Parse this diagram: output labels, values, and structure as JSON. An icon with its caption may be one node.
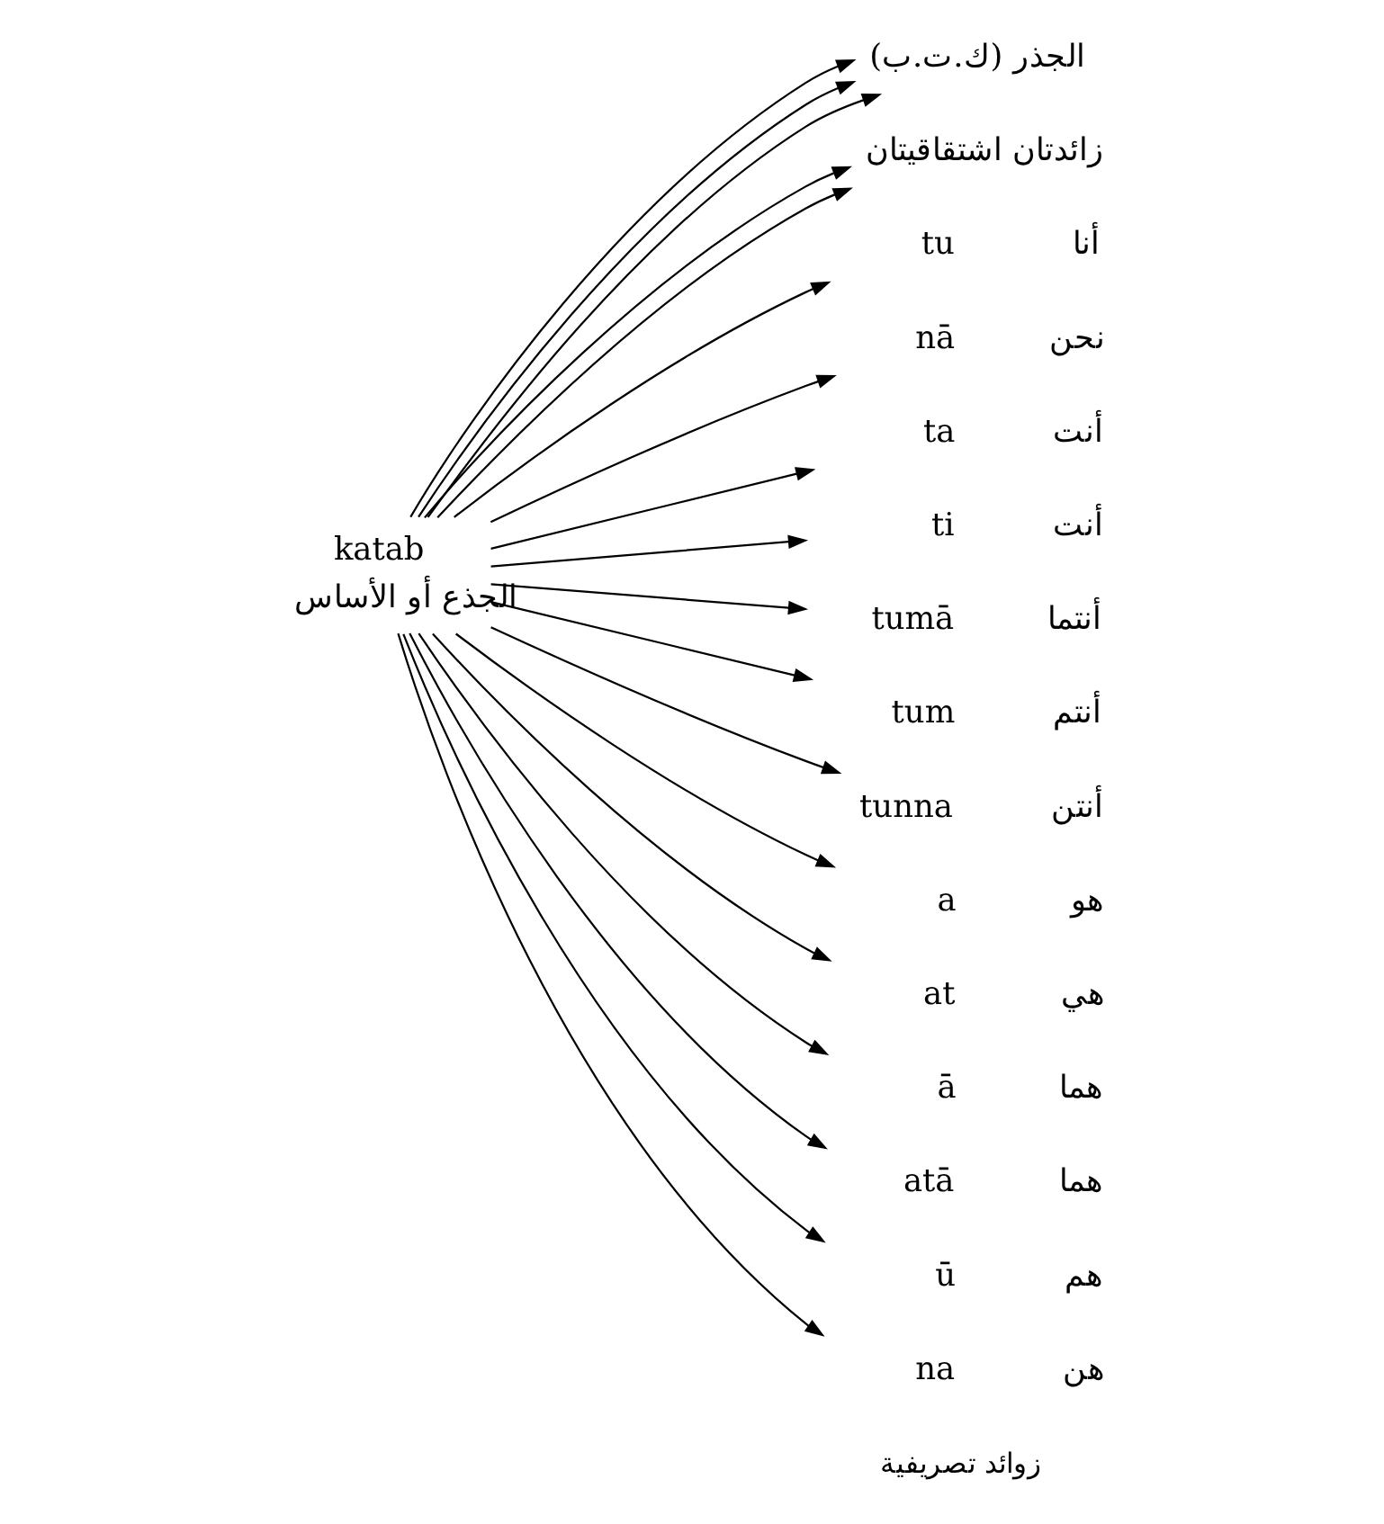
{
  "diagram": {
    "nodes": [
      {
        "text": [
          "الجذر (ك.ت.ب)"
        ]
      },
      {
        "text": [
          "زائدتان اشتقاقيتان"
        ]
      },
      {
        "text": [
          "katab"
        ],
        "beside": [
          "الجذع أو الأساس"
        ]
      },
      {
        "text": [
          "tu"
        ],
        "beside": [
          "أنا"
        ]
      },
      {
        "text": [
          "nā"
        ],
        "beside": [
          "نحن"
        ]
      },
      {
        "text": [
          "ta"
        ],
        "beside": [
          "أنت"
        ]
      },
      {
        "text": [
          "ti"
        ],
        "beside": [
          "أنت"
        ]
      },
      {
        "text": [
          "tumā"
        ],
        "beside": [
          "أنتما"
        ]
      },
      {
        "text": [
          "tum"
        ],
        "beside": [
          "أنتم"
        ]
      },
      {
        "text": [
          "tunna"
        ],
        "beside": [
          "أنتن"
        ]
      },
      {
        "text": [
          "a"
        ],
        "beside": [
          "هو"
        ]
      },
      {
        "text": [
          "at"
        ],
        "beside": [
          "هي"
        ]
      },
      {
        "text": [
          "ā"
        ],
        "beside": [
          "هما"
        ]
      },
      {
        "text": [
          "atā"
        ],
        "beside": [
          "هما"
        ]
      },
      {
        "text": [
          "ū"
        ],
        "beside": [
          "هم"
        ]
      },
      {
        "text": [
          "na"
        ],
        "beside": [
          "هن"
        ]
      }
    ],
    "edges": [
      {
        "from": 2,
        "to": 0,
        "arrow": "to"
      },
      {
        "from": 2,
        "to": 0,
        "arrow": "to"
      },
      {
        "from": 2,
        "to": 0,
        "arrow": "to"
      },
      {
        "from": 2,
        "to": 1,
        "arrow": "to"
      },
      {
        "from": 2,
        "to": 1,
        "arrow": "to"
      },
      {
        "from": 2,
        "to": 3,
        "arrow": "to"
      },
      {
        "from": 2,
        "to": 4,
        "arrow": "to"
      },
      {
        "from": 2,
        "to": 5,
        "arrow": "to"
      },
      {
        "from": 2,
        "to": 6,
        "arrow": "to"
      },
      {
        "from": 2,
        "to": 7,
        "arrow": "to"
      },
      {
        "from": 2,
        "to": 8,
        "arrow": "to"
      },
      {
        "from": 2,
        "to": 9,
        "arrow": "to"
      },
      {
        "from": 2,
        "to": 10,
        "arrow": "to"
      },
      {
        "from": 2,
        "to": 11,
        "arrow": "to"
      },
      {
        "from": 2,
        "to": 12,
        "arrow": "to"
      },
      {
        "from": 2,
        "to": 13,
        "arrow": "to"
      },
      {
        "from": 2,
        "to": 14,
        "arrow": "to"
      },
      {
        "from": 2,
        "to": 15,
        "arrow": "to"
      }
    ],
    "labels": [
      "زوائد تصريفية"
    ]
  }
}
